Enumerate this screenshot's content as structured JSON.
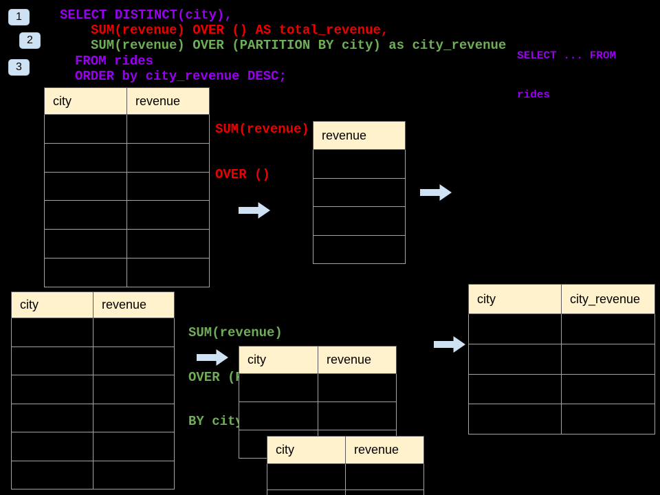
{
  "colors": {
    "background": "#000000",
    "sql_purple": "#9900f0",
    "sql_red": "#ee0000",
    "sql_green": "#6fae57",
    "table_header_fill": "#fff2cc",
    "arrow_fill": "#cfe2f3",
    "badge_fill": "#cfe2f3"
  },
  "badges": [
    {
      "label": "1"
    },
    {
      "label": "2"
    },
    {
      "label": "3"
    }
  ],
  "sql_code": {
    "lines": [
      {
        "text": "SELECT DISTINCT(city),",
        "color": "purple"
      },
      {
        "text": "SUM(revenue) OVER () AS total_revenue,",
        "color": "red"
      },
      {
        "text": "SUM(revenue) OVER (PARTITION BY city) as city_revenue",
        "color": "green"
      },
      {
        "text": "FROM rides",
        "color": "purple"
      },
      {
        "text": "ORDER by city_revenue DESC;",
        "color": "purple"
      }
    ]
  },
  "corner_note": {
    "lines": [
      "SELECT ... FROM",
      "rides"
    ]
  },
  "annotations": {
    "total_label": {
      "lines": [
        "SUM(revenue)",
        "OVER ()"
      ],
      "color": "red"
    },
    "partition_label": {
      "lines": [
        "SUM(revenue)",
        "OVER (PARTITION",
        "BY city)"
      ],
      "color": "green"
    }
  },
  "tables": {
    "source_top": {
      "headers": [
        "city",
        "revenue"
      ],
      "empty_rows": 6
    },
    "total_result": {
      "headers": [
        "revenue"
      ],
      "empty_rows": 4
    },
    "source_bottom": {
      "headers": [
        "city",
        "revenue"
      ],
      "empty_rows": 6
    },
    "partition_front": {
      "headers": [
        "city",
        "revenue"
      ],
      "empty_rows": 3
    },
    "partition_back": {
      "headers": [
        "city",
        "revenue"
      ],
      "empty_rows": 2
    },
    "city_result": {
      "headers": [
        "city",
        "city_revenue"
      ],
      "empty_rows": 4
    }
  }
}
